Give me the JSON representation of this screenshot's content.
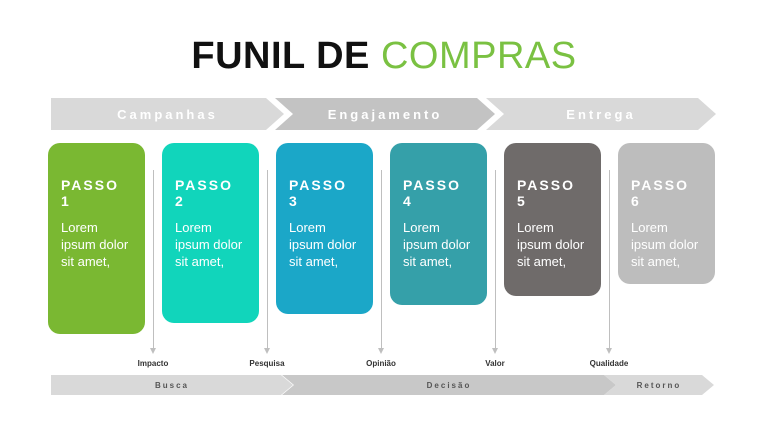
{
  "title": {
    "part1": "FUNIL DE",
    "part2": "COMPRAS",
    "accent_color": "#7ac142"
  },
  "top_stages": [
    "Campanhas",
    "Engajamento",
    "Entrega"
  ],
  "steps": [
    {
      "label": "PASSO 1",
      "text": "Lorem ipsum dolor sit amet,",
      "color": "#7ab832"
    },
    {
      "label": "PASSO 2",
      "text": "Lorem ipsum dolor sit amet,",
      "color": "#11d5bb"
    },
    {
      "label": "PASSO 3",
      "text": "Lorem ipsum dolor sit amet,",
      "color": "#1ba7c8"
    },
    {
      "label": "PASSO 4",
      "text": "Lorem ipsum dolor sit amet,",
      "color": "#35a0a9"
    },
    {
      "label": "PASSO 5",
      "text": "Lorem ipsum dolor sit amet,",
      "color": "#6f6b6a"
    },
    {
      "label": "PASSO 6",
      "text": "Lorem ipsum dolor sit amet,",
      "color": "#bdbdbd"
    }
  ],
  "milestones": [
    "Impacto",
    "Pesquisa",
    "Opinião",
    "Valor",
    "Qualidade"
  ],
  "bottom_stages": [
    "Busca",
    "Decisão",
    "Retorno"
  ]
}
